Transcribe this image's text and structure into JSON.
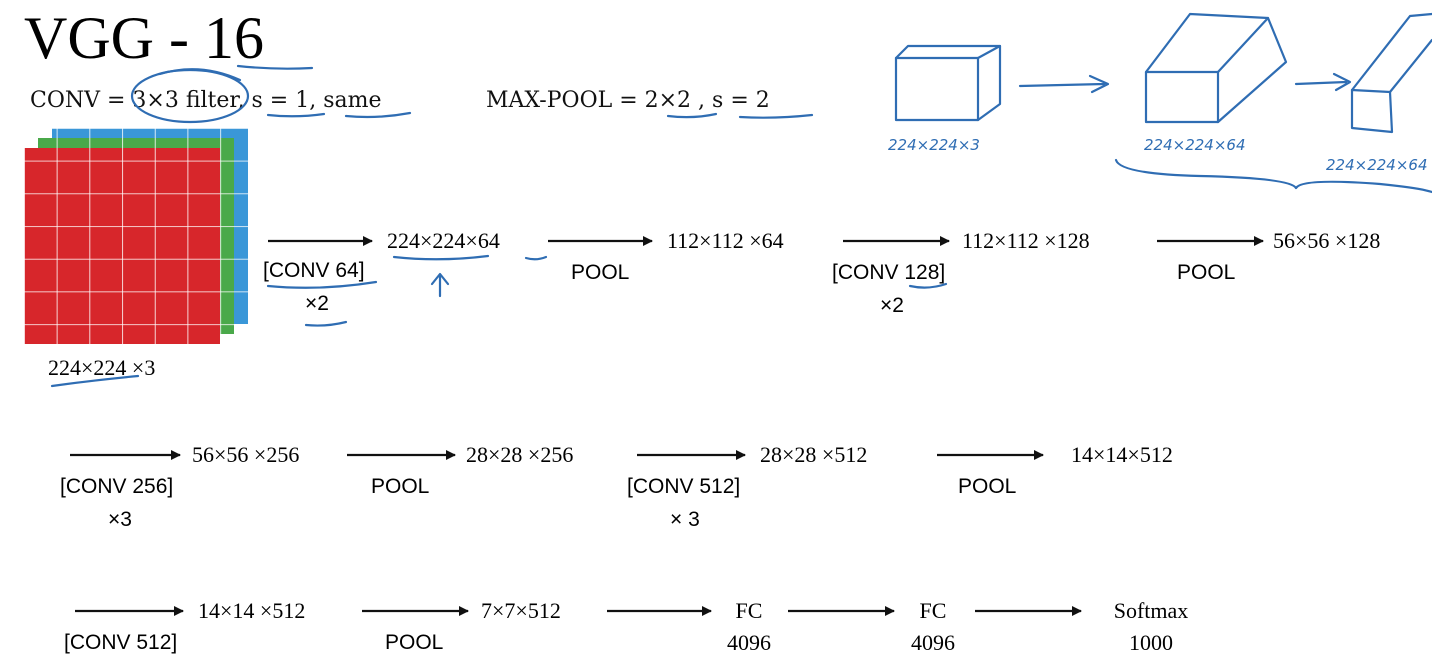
{
  "title": "VGG - 16",
  "conv_spec": "CONV = 3×3 filter, s = 1, same",
  "pool_spec": "MAX-POOL = 2×2 , s = 2",
  "input_shape": "224×224 ×3",
  "stages": [
    {
      "op": "[CONV 64]",
      "repeat": "×2",
      "shape": "224×224×64"
    },
    {
      "op": "POOL",
      "shape": "112×112 ×64"
    },
    {
      "op": "[CONV 128]",
      "repeat": "×2",
      "shape": "112×112 ×128"
    },
    {
      "op": "POOL",
      "shape": "56×56 ×128"
    },
    {
      "op": "[CONV 256]",
      "repeat": "×3",
      "shape": "56×56 ×256"
    },
    {
      "op": "POOL",
      "shape": "28×28 ×256"
    },
    {
      "op": "[CONV 512]",
      "repeat": "× 3",
      "shape": "28×28 ×512"
    },
    {
      "op": "POOL",
      "shape": "14×14×512"
    },
    {
      "op": "[CONV 512]",
      "shape": "14×14 ×512"
    },
    {
      "op": "POOL",
      "shape": "7×7×512"
    }
  ],
  "heads": [
    {
      "name": "FC",
      "size": "4096"
    },
    {
      "name": "FC",
      "size": "4096"
    },
    {
      "name": "Softmax",
      "size": "1000"
    }
  ],
  "sketch": {
    "labels": [
      "224×224×3",
      "224×224×64",
      "224×224×64"
    ]
  },
  "colors": {
    "ink_blue": "#2f6db3",
    "red": "#d7262b",
    "green": "#4aa94a",
    "blue": "#3a97d8"
  }
}
